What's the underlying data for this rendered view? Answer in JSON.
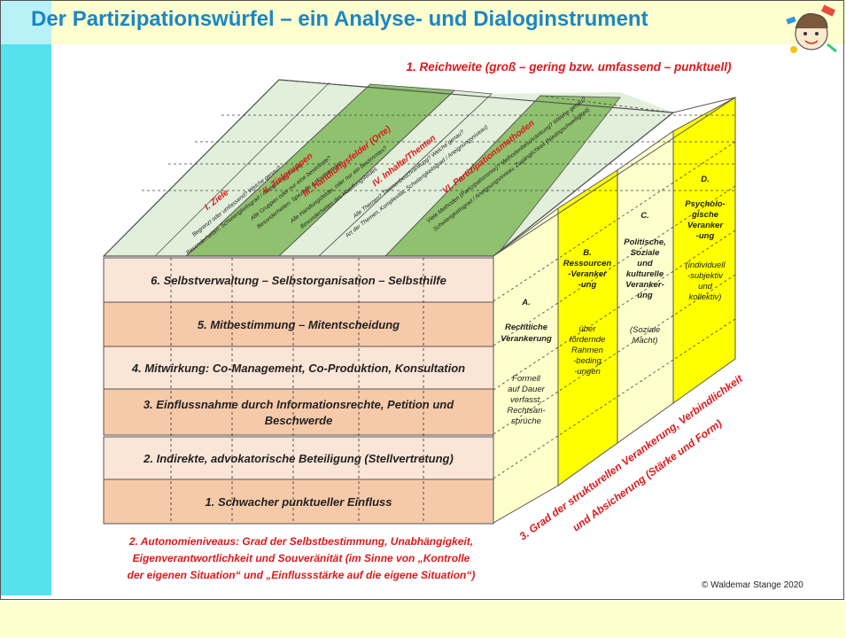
{
  "slide": {
    "title": "Der Partizipationswürfel – ein Analyse- und Dialoginstrument",
    "copyright": "© Waldemar Stange 2020",
    "logo_icon": "cartoon-child-icon",
    "colors": {
      "title": "#1b86c4",
      "accent_red": "#e0181b",
      "level_fill": "#f6c9a9",
      "level_fill_light": "#fbe5d6",
      "yellow": "#ffff00",
      "light_yellow": "#ffffcc",
      "green": "#8fc16e",
      "light_green": "#e2efda"
    }
  },
  "axis_reach": {
    "label": "1. Reichweite (groß – gering bzw. umfassend – punktuell)",
    "columns": [
      {
        "title": "I. Ziele",
        "desc1": "Begrenzt oder umfassend? Welche genau?",
        "desc2": "Besonderheiten: Schwierigkeitsgrad / Aneignungsniveau"
      },
      {
        "title": "II. Zielgruppen",
        "desc1": "Alle Gruppen oder nur eine bestimmte?",
        "desc2": "Besonderheiten: Spezielle Anforderungen"
      },
      {
        "title": "III. Handlungsfelder (Orte)",
        "desc1": "Alle Handlungsfelder, oder nur ein bestimmtes?",
        "desc2": "Besonderheiten des Handlungsfeldes"
      },
      {
        "title": "IV. Inhalte/Themen",
        "desc1": "Alle Themen? Themenbeschränkung? Welche genau?",
        "desc2": "Art der Themen, Komplexität, Schwierigkeitsgrad / Aneignungsniveau)"
      },
      {
        "title": "VI. Partizipationsmethoden",
        "desc1": "Viele Methoden (Partizipationsmix)? Methodenbeschränkung? Welche genau?",
        "desc2": "Schwierigkeitsgrad / Aneignungsniveau, Zugänglichkeit (Niedrigschwelligkeit)"
      }
    ]
  },
  "axis_autonomy": {
    "label_line1": "2. Autonomieniveaus: Grad der Selbstbestimmung, Unabhängigkeit,",
    "label_line2": "Eigenverantwortlichkeit und Souveränität (im Sinne von „Kontrolle",
    "label_line3": "der eigenen Situation“ und „Einflussstärke auf die eigene Situation“)",
    "levels": [
      {
        "line1": "6. Selbstverwaltung – Selbstorganisation – Selbsthilfe",
        "line2": ""
      },
      {
        "line1": "5. Mitbestimmung – Mitentscheidung",
        "line2": ""
      },
      {
        "line1": "4. Mitwirkung: Co-Management, Co-Produktion, Konsultation",
        "line2": ""
      },
      {
        "line1": "3. Einflussnahme durch Informationsrechte, Petition und",
        "line2": "Beschwerde"
      },
      {
        "line1": "2. Indirekte, advokatorische Beteiligung (Stellvertretung)",
        "line2": ""
      },
      {
        "line1": "1. Schwacher punktueller Einfluss",
        "line2": ""
      }
    ]
  },
  "axis_anchoring": {
    "label_line1": "3. Grad der strukturellen Verankerung, Verbindlichkeit",
    "label_line2": "und Absicherung (Stärke und Form)",
    "columns": [
      {
        "title": [
          "A.",
          "Rechtliche",
          "Verankerung"
        ],
        "desc": [
          "Formell",
          "auf Dauer",
          "verfasst,",
          "Rechtsan-",
          "sprüche"
        ]
      },
      {
        "title": [
          "B.",
          "Ressourcen",
          "-Veranker",
          "-ung"
        ],
        "desc": [
          "über",
          "fördernde",
          "Rahmen",
          "-beding",
          "-ungen"
        ]
      },
      {
        "title": [
          "C.",
          "Politische,",
          "Soziale",
          "und",
          "kulturelle",
          "Veranker-",
          "ung"
        ],
        "desc": [
          "(Soziale",
          "Macht)"
        ]
      },
      {
        "title": [
          "D.",
          "Psycholo-",
          "gische",
          "Veranker",
          "-ung"
        ],
        "desc": [
          "(individuell",
          "-subjektiv",
          "und",
          "kollektiv)"
        ]
      }
    ]
  }
}
